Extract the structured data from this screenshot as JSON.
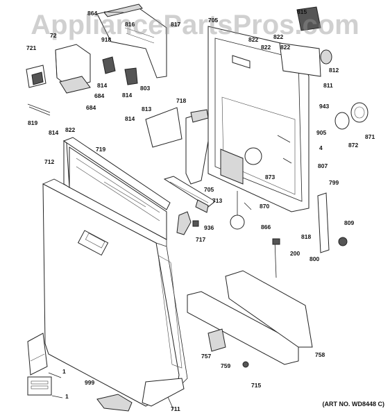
{
  "watermark": "AppliancePartsPros.com",
  "art_number": "(ART NO. WD8448 C)",
  "callouts": {
    "p864": "864",
    "p816": "816",
    "p817": "817",
    "p705a": "705",
    "p815": "815",
    "p72": "72",
    "p721": "721",
    "p918": "918",
    "p814a": "814",
    "p684a": "684",
    "p684b": "684",
    "p803": "803",
    "p814b": "814",
    "p822a": "822",
    "p822b": "822",
    "p822c": "822",
    "p822d": "822",
    "p812": "812",
    "p811": "811",
    "p819": "819",
    "p814c": "814",
    "p822e": "822",
    "p813": "813",
    "p814d": "814",
    "p718": "718",
    "p943": "943",
    "p905": "905",
    "p4": "4",
    "p871": "871",
    "p872": "872",
    "p719": "719",
    "p712": "712",
    "p873": "873",
    "p807": "807",
    "p705b": "705",
    "p713": "713",
    "p870": "870",
    "p799": "799",
    "p936": "936",
    "p717": "717",
    "p866": "866",
    "p818": "818",
    "p809": "809",
    "p200": "200",
    "p800": "800",
    "p757": "757",
    "p759": "759",
    "p758": "758",
    "p1a": "1",
    "p1b": "1",
    "p999": "999",
    "p715": "715",
    "p711": "711"
  }
}
